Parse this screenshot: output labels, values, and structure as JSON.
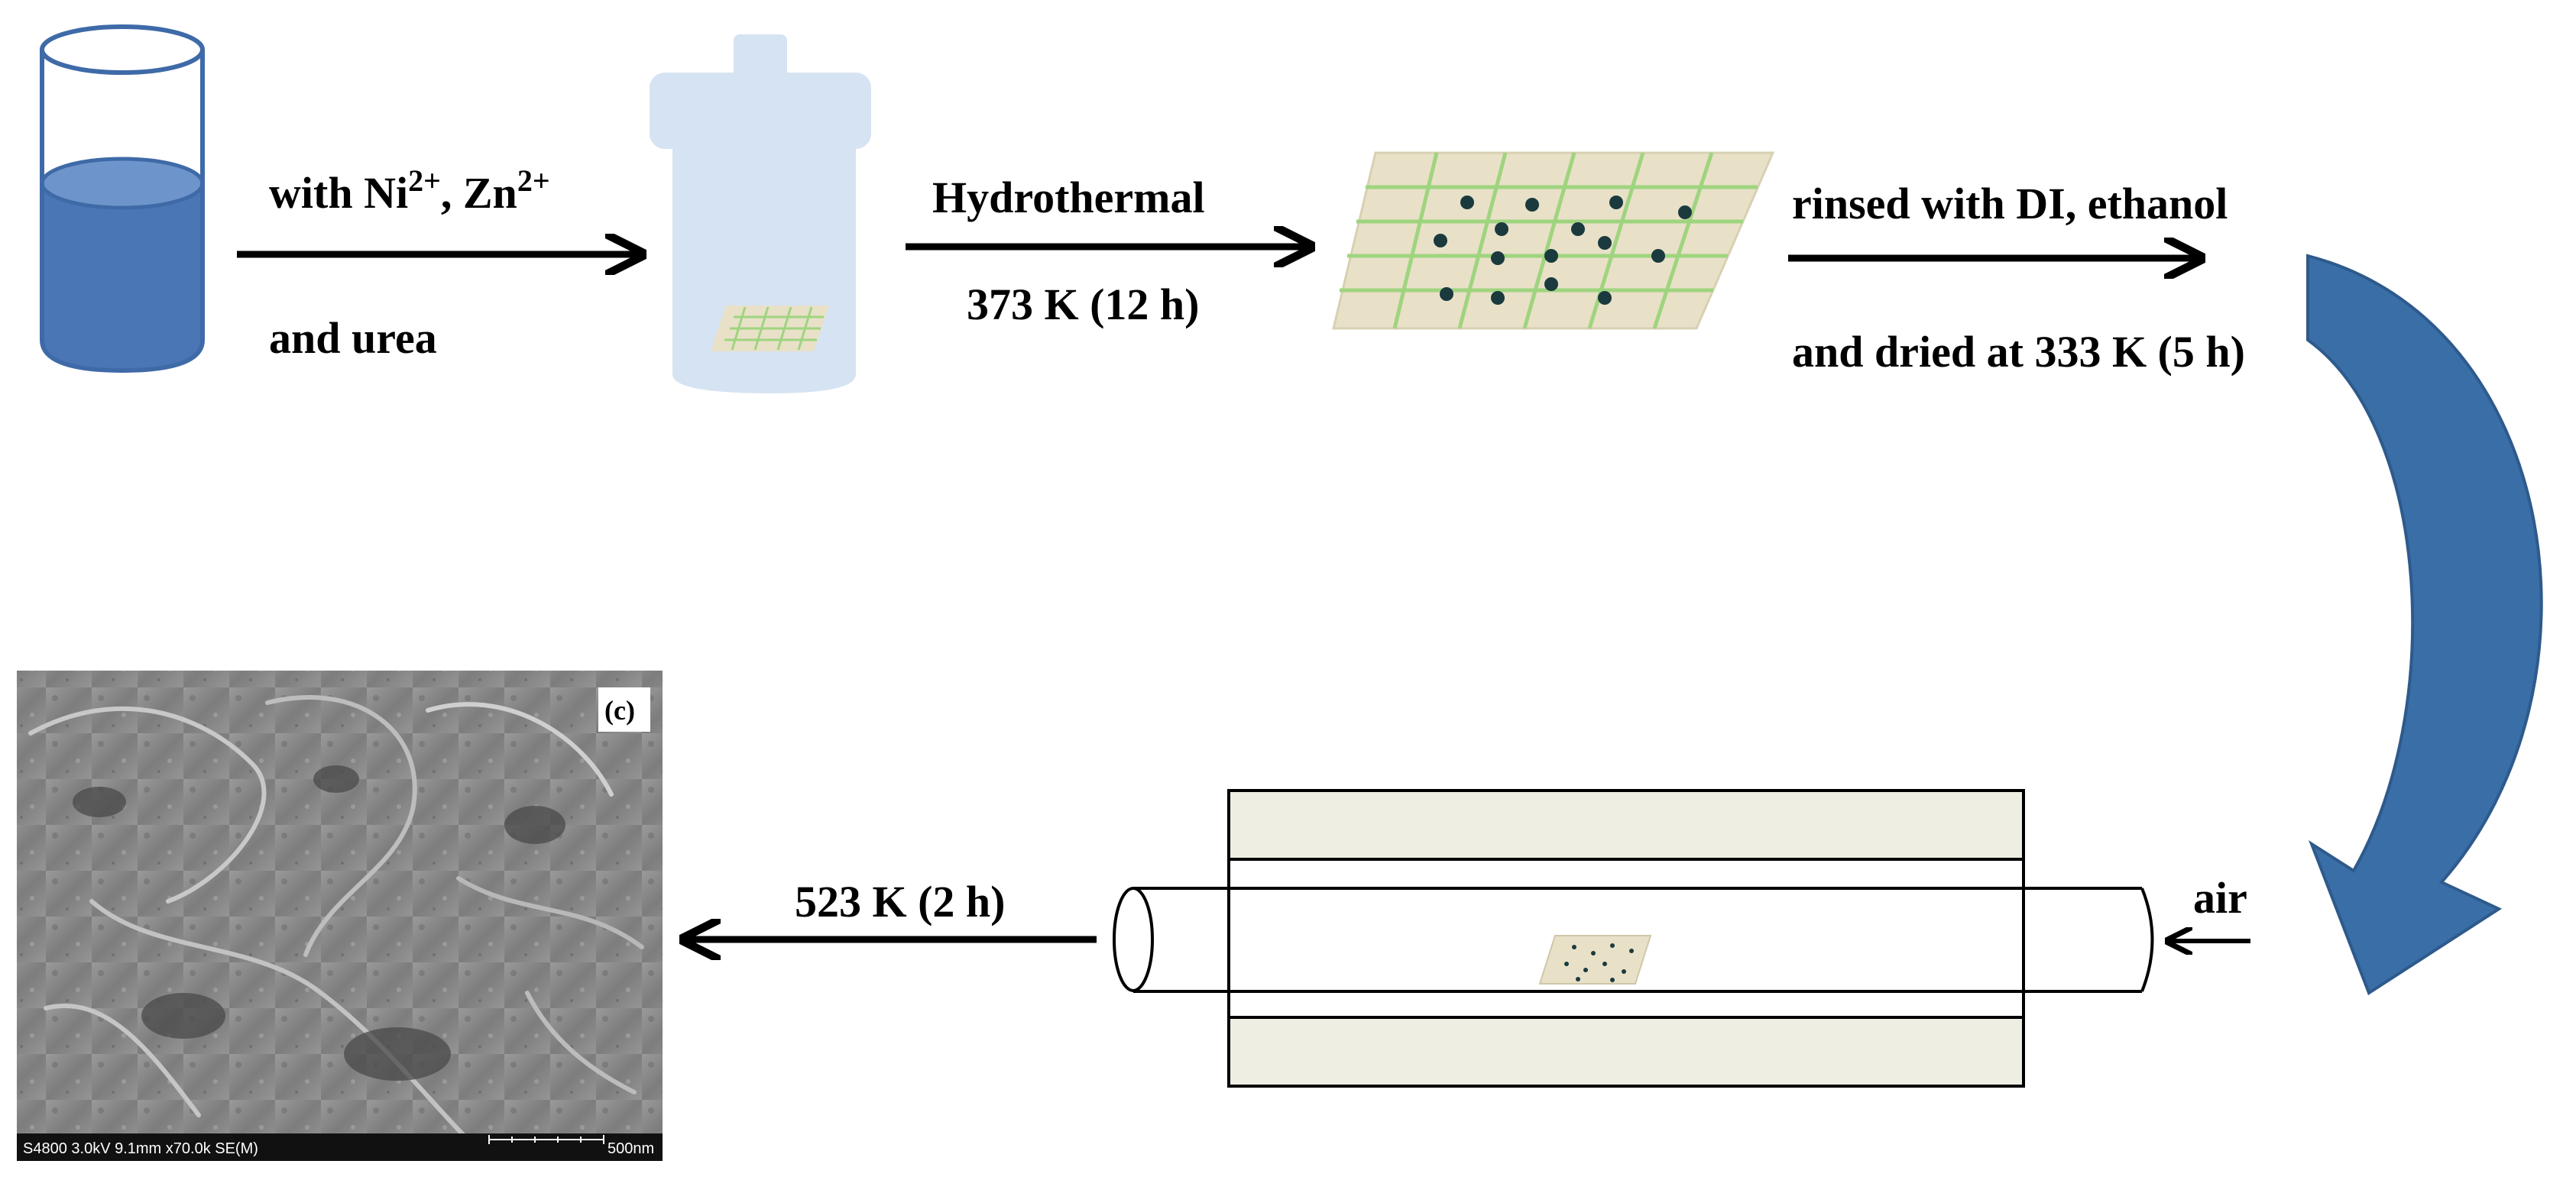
{
  "steps": {
    "step1_line1": "with Ni",
    "step1_sup1": "2+",
    "step1_mid": ", Zn",
    "step1_sup2": "2+",
    "step1_line2": "and urea",
    "step2_line1": "Hydrothermal",
    "step2_line2": "373 K (12 h)",
    "step3_line1": "rinsed with DI, ethanol",
    "step3_line2": "and dried at 333 K (5 h)",
    "air_label": "air",
    "step4_label": "523 K (2 h)"
  },
  "sem_image": {
    "panel_label": "(c)",
    "info_text": "S4800 3.0kV 9.1mm x70.0k SE(M)",
    "scale_text": "500nm"
  },
  "colors": {
    "liquid": "#4a76b6",
    "liquid_top": "#6e95cb",
    "vessel_outline": "#3f6aa8",
    "autoclave": "#d6e3f2",
    "substrate": "#e8e1c8",
    "grid_line": "#9fd47f",
    "dot": "#1a3a3e",
    "curved_arrow": "#3a6ea7",
    "furnace": "#efeee2"
  }
}
